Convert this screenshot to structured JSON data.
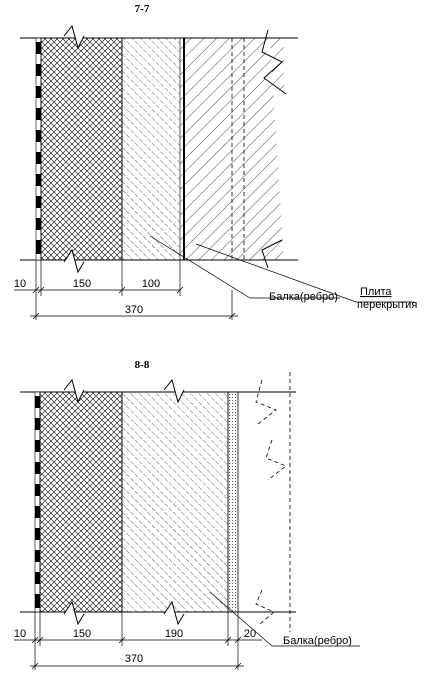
{
  "section_7_7": {
    "title": "7-7",
    "dims": {
      "d1": "10",
      "d2": "150",
      "d3": "100",
      "total": "370"
    },
    "labels": {
      "beam": "Балка(ребро)",
      "slab_line1": "Плита",
      "slab_line2": "перекрытия"
    }
  },
  "section_8_8": {
    "title": "8-8",
    "dims": {
      "d1": "10",
      "d2": "150",
      "d3": "190",
      "d4": "20",
      "total": "370"
    },
    "labels": {
      "beam": "Балка(ребро)"
    }
  }
}
